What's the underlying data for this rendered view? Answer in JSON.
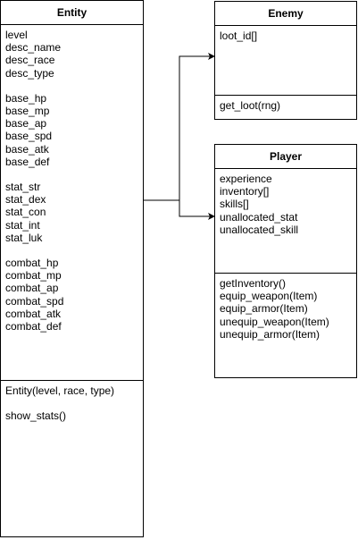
{
  "entity": {
    "title": "Entity",
    "attributes": [
      "level",
      "desc_name",
      "desc_race",
      "desc_type",
      "",
      "base_hp",
      "base_mp",
      "base_ap",
      "base_spd",
      "base_atk",
      "base_def",
      "",
      "stat_str",
      "stat_dex",
      "stat_con",
      "stat_int",
      "stat_luk",
      "",
      "combat_hp",
      "combat_mp",
      "combat_ap",
      "combat_spd",
      "combat_atk",
      "combat_def"
    ],
    "methods": [
      "Entity(level, race, type)",
      "",
      "show_stats()"
    ]
  },
  "enemy": {
    "title": "Enemy",
    "attributes": [
      "loot_id[]"
    ],
    "methods": [
      "get_loot(rng)"
    ]
  },
  "player": {
    "title": "Player",
    "attributes": [
      "experience",
      "inventory[]",
      "skills[]",
      "unallocated_stat",
      "unallocated_skill"
    ],
    "methods": [
      "getInventory()",
      "equip_weapon(Item)",
      "equip_armor(Item)",
      "unequip_weapon(Item)",
      "unequip_armor(Item)"
    ]
  }
}
